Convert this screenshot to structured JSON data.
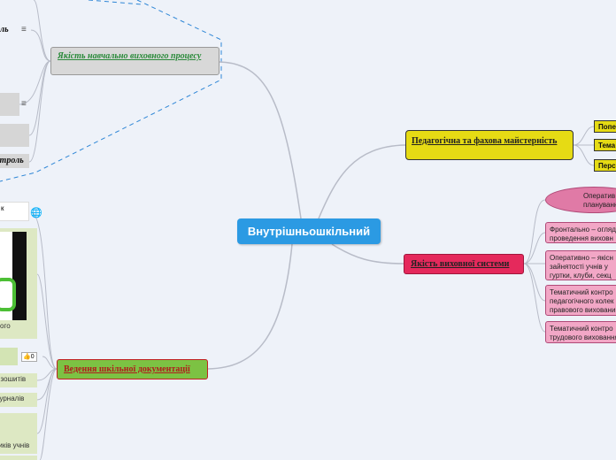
{
  "root": {
    "label": "Внутрішньошкільний"
  },
  "right_branches": {
    "pedagogical": {
      "label": "Педагогічна та фахова майстерність",
      "children": [
        "Попе",
        "Тема",
        "Перс"
      ]
    },
    "education_quality": {
      "label": "Якість виховної системи",
      "children": [
        "Оператив планування",
        "Фронтально – огляд проведення виховн",
        "Оперативно – якісн зайнятості учнів у гуртки, клуби, секц",
        "Тематичний контро педагогічного колек правового виховани",
        "Тематичний контро трудового виховання"
      ]
    }
  },
  "left_branches": {
    "process_quality": {
      "label": "Якість навчально виховного процесу"
    },
    "documentation": {
      "label": "Ведення шкільної документації"
    }
  },
  "left_fragments": {
    "control_top": "ль",
    "control_bottom": "нтроль",
    "k_text": "к",
    "video_caption": "ого",
    "like_count": "0",
    "notebooks": "я зошитів",
    "journals": "журналів",
    "diaries": "ників учнів"
  },
  "colors": {
    "root": "#2b9ae3",
    "yellow": "#e6db14",
    "red": "#e5295c",
    "green": "#7cc243",
    "pink": "#f2a7c6",
    "connector": "#b8bcc8",
    "dashed": "#2e86d6"
  }
}
